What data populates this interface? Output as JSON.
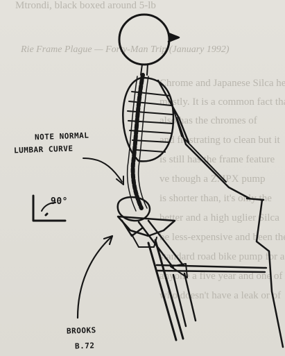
{
  "background_text": {
    "top_line": "Mtrondi, black boxed around 5-lb",
    "header_line": "Rie Frame Plague — Forty-Man Trip (January 1992)",
    "lines": [
      "Chrome and Japanese Silca head",
      "mostly. It is a common fact that",
      "also has the chromes of",
      "and frustrating to clean but it",
      "is still has the frame feature",
      "ve though a Z. IPX pump",
      "is shorter than, it's only the",
      "better and a high uglier Silca",
      "be less-expensive and been the",
      "standard road bike pump for a class",
      "anyone a five year and one of the old",
      "who doesn't have a leak or of"
    ]
  },
  "annotations": {
    "spine_note_line1": "NOTE NORMAL",
    "spine_note_line2": "LUMBAR CURVE",
    "angle_label": "90°",
    "saddle_line1": "BROOKS",
    "saddle_line2": "B.72"
  },
  "colors": {
    "ink": "#161616",
    "paper": "#e2e0da",
    "faded_print": "#b9b6ae"
  }
}
